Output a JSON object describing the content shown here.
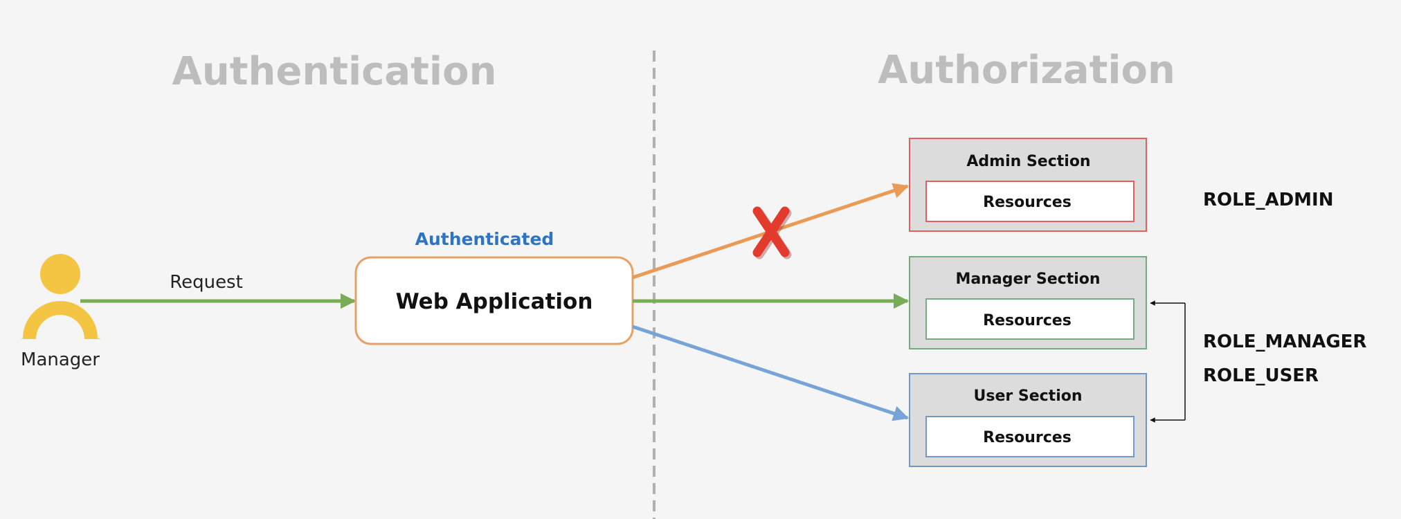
{
  "headings": {
    "left": "Authentication",
    "right": "Authorization"
  },
  "actor": {
    "label": "Manager"
  },
  "request": {
    "label": "Request"
  },
  "web_app": {
    "status": "Authenticated",
    "title": "Web Application"
  },
  "sections": [
    {
      "title": "Admin Section",
      "resources": "Resources",
      "access": "denied"
    },
    {
      "title": "Manager Section",
      "resources": "Resources",
      "access": "allowed"
    },
    {
      "title": "User Section",
      "resources": "Resources",
      "access": "allowed"
    }
  ],
  "roles": {
    "admin": "ROLE_ADMIN",
    "manager": "ROLE_MANAGER",
    "user": "ROLE_USER"
  },
  "colors": {
    "background": "#f5f5f5",
    "heading": "#bdbdbd",
    "divider": "#b0b0b0",
    "actor": "#f4c542",
    "request_arrow": "#7aab56",
    "webapp_border": "#e8a165",
    "authenticated_text": "#2e74c4",
    "admin_arrow": "#eb9a55",
    "admin_border": "#e06060",
    "manager_border": "#74ab7f",
    "user_arrow": "#76a4d6",
    "user_border": "#6c99c8",
    "section_fill": "#dcdcdc",
    "denied_mark": "#e23b2d"
  }
}
